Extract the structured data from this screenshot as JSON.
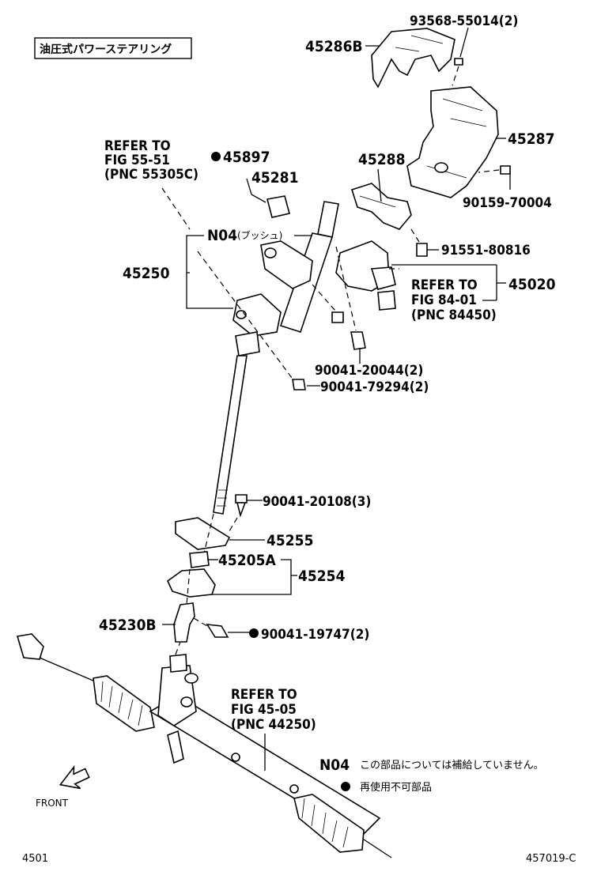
{
  "title_box": "油圧式パワーステアリング",
  "labels": {
    "p45286B": "45286B",
    "p93568": "93568-55014(2)",
    "p45287": "45287",
    "p45288": "45288",
    "p90159": "90159-70004",
    "p91551": "91551-80816",
    "p45020": "45020",
    "p45897": "45897",
    "p45281": "45281",
    "p45250": "45250",
    "pN04": "N04",
    "pN04_sub": "(ブッシュ)",
    "p90041_20044": "90041-20044(2)",
    "p90041_79294": "90041-79294(2)",
    "p90041_20108": "90041-20108(3)",
    "p45255": "45255",
    "p45205A": "45205A",
    "p45254": "45254",
    "p45230B": "45230B",
    "p90041_19747": "90041-19747(2)"
  },
  "refers": {
    "r1": [
      "REFER TO",
      "FIG 55-51",
      "(PNC 55305C)"
    ],
    "r2": [
      "REFER TO",
      "FIG 84-01",
      "(PNC 84450)"
    ],
    "r3": [
      "REFER TO",
      "FIG 45-05",
      "(PNC 44250)"
    ]
  },
  "legend": {
    "n04_code": "N04",
    "n04_text": "この部品については補給していません。",
    "dot_text": "再使用不可部品"
  },
  "front_label": "FRONT",
  "footer_left": "4501",
  "footer_right": "457019-C"
}
